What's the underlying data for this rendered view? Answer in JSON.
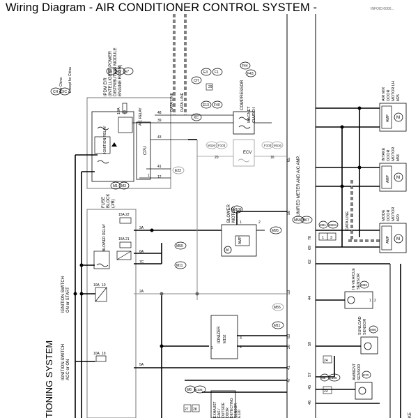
{
  "header": {
    "title": "Wiring Diagram - AIR CONDITIONER CONTROL SYSTEM -",
    "info_code": "INFOID:0000..."
  },
  "legend": {
    "for_china": "For China",
    "except_china": "Except for China",
    "ch_badge": "CH",
    "xc_badge": "XC"
  },
  "ipdm": {
    "label_lines": [
      "IPDM E/R",
      "(INTELLIGENT POWER",
      "DISTRIBUTION MODULE",
      "ENGINE ROOM)"
    ],
    "connectors": [
      "E5",
      "E6",
      "E7"
    ],
    "fuse_amp": "10A",
    "fuse_no": "49",
    "ac_relay": "A/C RELAY",
    "ign_relay": "IGNITION RELAY",
    "cpu": "CPU",
    "pins": [
      "48",
      "39",
      "43",
      "41",
      "1",
      "12"
    ]
  },
  "compressor": {
    "label_lines": [
      "COMPRESSOR"
    ],
    "connector": "F44",
    "magnet_clutch": [
      "MAGNET",
      "CLUTCH"
    ],
    "ecv": "ECV",
    "top_badges": [
      "CH",
      "E3",
      "E13",
      "XC",
      "F1",
      "F40",
      "29",
      "F43"
    ]
  },
  "data_line": "DATA LINE",
  "fuse_block": {
    "label_lines": [
      "FUSE",
      "BLOCK",
      "(J/B)"
    ],
    "connectors": [
      "M1",
      "M3"
    ],
    "fuse15a_1": "15A",
    "fuse15a_1_no": "22",
    "fuse15a_2": "15A",
    "fuse15a_2_no": "21",
    "fuse10a_1": "10A",
    "fuse10a_1_no": "10",
    "fuse10a_2": "10A",
    "fuse10a_2_no": "19",
    "blower_relay": "BLOWER RELAY",
    "pins": [
      "3A",
      "6A",
      "7C",
      "2A",
      "5A"
    ]
  },
  "blower_motor": {
    "label_lines": [
      "BLOWER",
      "MOTOR"
    ],
    "connector": "M109",
    "amp": "AMP",
    "pins": [
      "1",
      "2"
    ],
    "ground": "M95"
  },
  "ignition_switch_run": [
    "IGNITION SWITCH",
    "ON or START"
  ],
  "ignition_switch_acc": [
    "IGNITION SWITCH",
    "ACC or ON"
  ],
  "grounds": [
    "M55",
    "M11",
    "M55",
    "M11",
    "E22"
  ],
  "ionizer": {
    "label": "IONIZER",
    "connector": "M152",
    "pins": [
      "1",
      "3",
      "4"
    ]
  },
  "unified_meter": "UNIFIED METER AND A/C AMP.",
  "unified_connectors": [
    "M56",
    "M67"
  ],
  "amp_pins": [
    "58",
    "47",
    "41",
    "20",
    "63",
    "53",
    "44",
    "62",
    "69",
    "70",
    "57",
    "45",
    "46",
    "59",
    "65"
  ],
  "right_components": [
    {
      "name": [
        "AIR MIX",
        "DOOR",
        "MOTOR LH"
      ],
      "connector": "M25"
    },
    {
      "name": [
        "INTAKE",
        "DOOR",
        "MOTOR"
      ],
      "connector": "M58"
    },
    {
      "name": [
        "MODE",
        "DOOR",
        "MOTOR"
      ],
      "connector": "M20"
    },
    {
      "name": [
        "IN-VEHICLE",
        "SENSOR"
      ],
      "connector": "M33"
    },
    {
      "name": [
        "SUNLOAD",
        "SENSOR"
      ],
      "connector": "M46"
    },
    {
      "name": [
        "AMBIENT",
        "SENSOR"
      ],
      "connector": "E70"
    }
  ],
  "motor_amp": "AMP",
  "mode_pins": [
    "1",
    "3"
  ],
  "mode_badges": [
    "M91",
    "M201"
  ],
  "small_pins": [
    "1",
    "2",
    "24",
    "23"
  ],
  "badges_lower": [
    "M6",
    "E106",
    "M6",
    "E106",
    "M116",
    "M116",
    "F103",
    "F103"
  ],
  "pin_small": [
    "27",
    "28",
    "20",
    "16",
    "12"
  ],
  "exhaust": [
    "EXHAUST",
    "GAS /",
    "OUTSIDE",
    "ODOR",
    "DETECTING",
    "SENSOR"
  ],
  "exhaust_conn": "E120",
  "footer_text": "TIONING SYSTEM",
  "bottom_partial": "KE"
}
